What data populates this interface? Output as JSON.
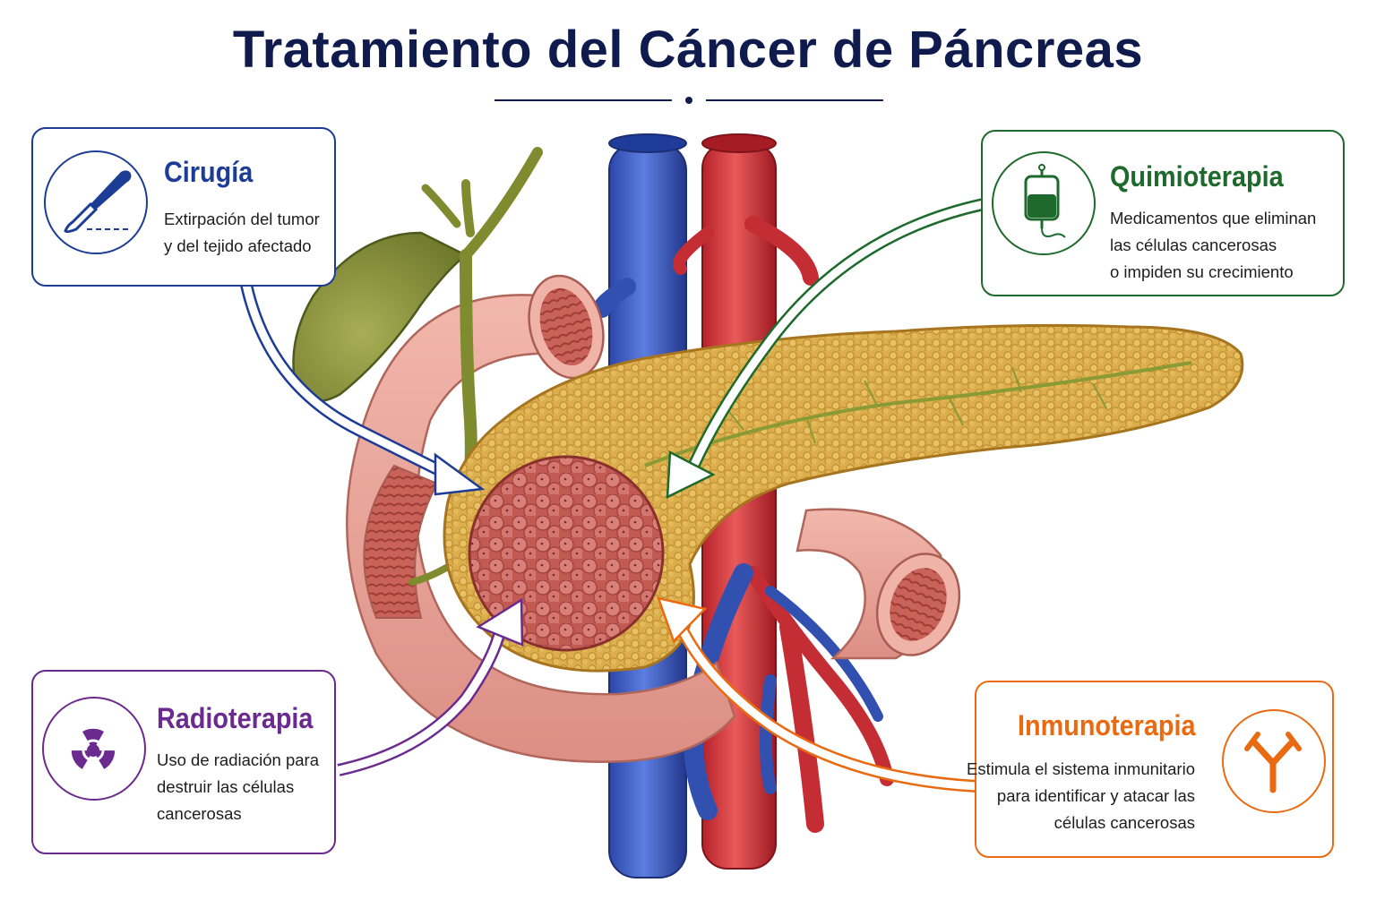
{
  "title": "Tratamiento del Cáncer de Páncreas",
  "colors": {
    "title": "#0f1a4d",
    "cirugia": "#1d3c96",
    "quimioterapia": "#1e6a2c",
    "radioterapia": "#6a2a8f",
    "inmunoterapia": "#ea6a12"
  },
  "cards": {
    "cirugia": {
      "title": "Cirugía",
      "desc": [
        "Extirpación del tumor",
        "y del tejido afectado"
      ],
      "icon": "scalpel-icon"
    },
    "quimioterapia": {
      "title": "Quimioterapia",
      "desc": [
        "Medicamentos que eliminan",
        "las células cancerosas",
        "o impiden su crecimiento"
      ],
      "icon": "iv-bag-icon"
    },
    "radioterapia": {
      "title": "Radioterapia",
      "desc": [
        "Uso de radiación para",
        "destruir las células",
        "cancerosas"
      ],
      "icon": "radiation-icon"
    },
    "inmunoterapia": {
      "title": "Inmunoterapia",
      "desc": [
        "Estimula el sistema inmunitario",
        "para identificar y atacar las",
        "células cancerosas"
      ],
      "icon": "antibody-icon"
    }
  }
}
